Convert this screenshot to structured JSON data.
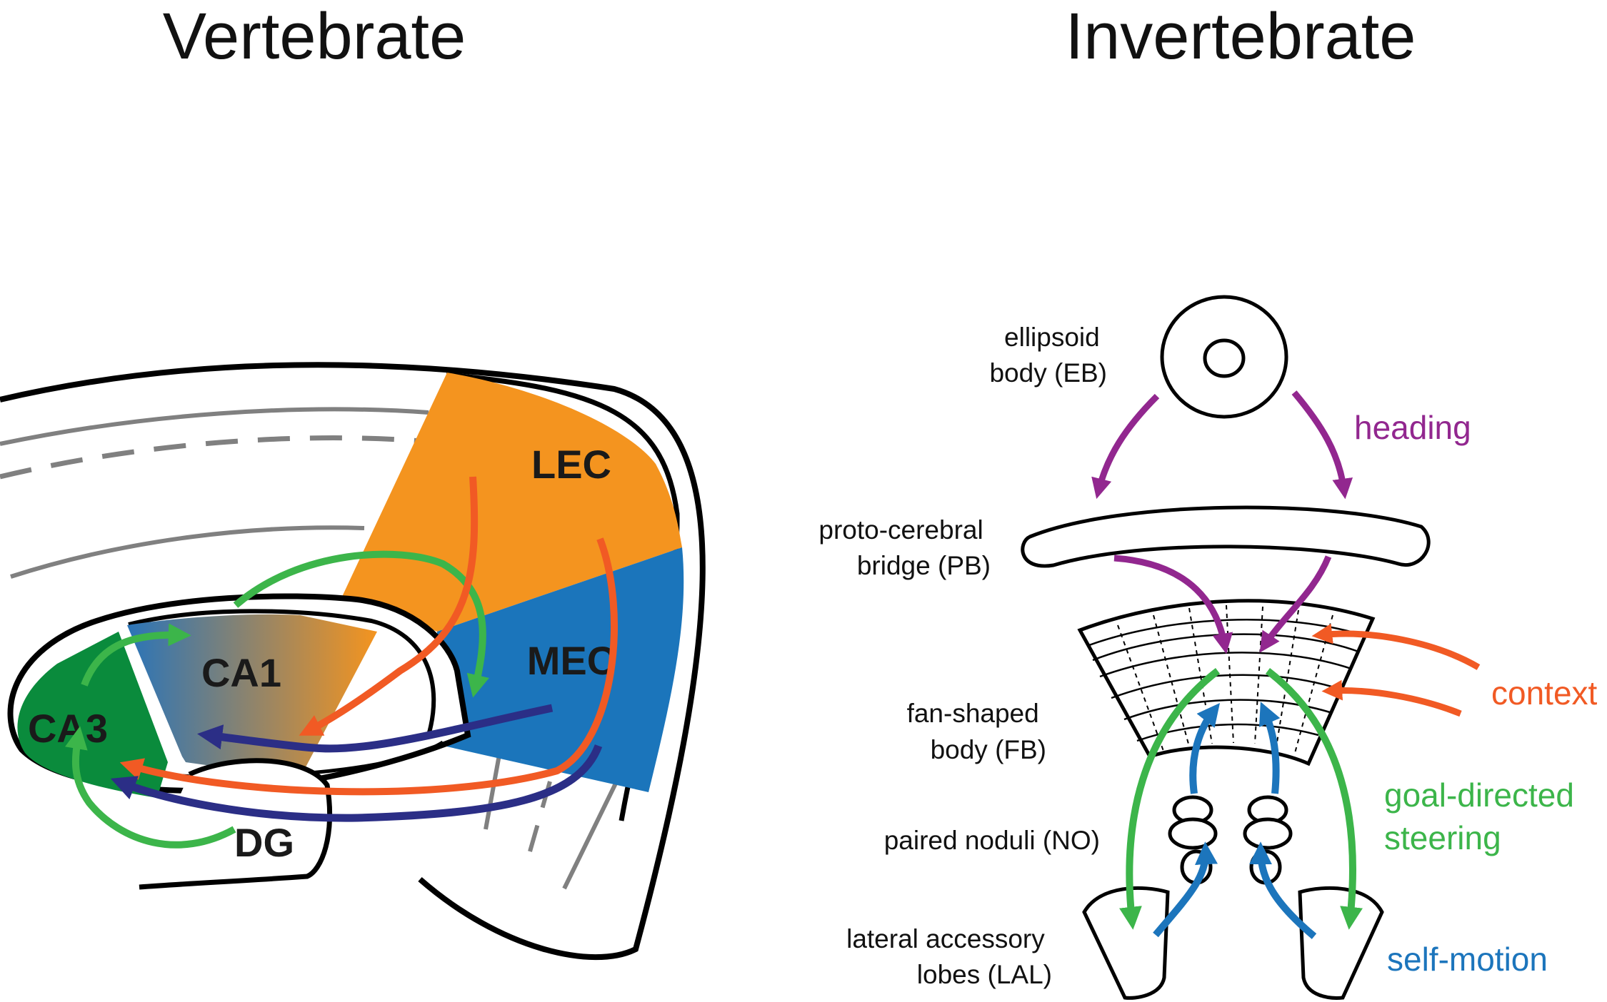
{
  "titles": {
    "left": "Vertebrate",
    "right": "Invertebrate"
  },
  "vertebrate": {
    "regions": {
      "lec": "LEC",
      "mec": "MEC",
      "ca1": "CA1",
      "ca3": "CA3",
      "dg": "DG"
    }
  },
  "invertebrate": {
    "structures": {
      "eb": [
        "ellipsoid",
        "body (EB)"
      ],
      "pb": [
        "proto-cerebral",
        "bridge (PB)"
      ],
      "fb": [
        "fan-shaped",
        "body (FB)"
      ],
      "no": "paired noduli (NO)",
      "lal": [
        "lateral accessory",
        "lobes (LAL)"
      ]
    },
    "signals": {
      "heading": "heading",
      "context": "context",
      "steering": [
        "goal-directed",
        "steering"
      ],
      "self_motion": "self-motion"
    }
  },
  "colors": {
    "lec": "#f4941f",
    "mec": "#1b75bb",
    "ca3": "#0a8b3c",
    "green_arrow": "#3cb54a",
    "orange_arrow": "#f15a24",
    "navy_arrow": "#2b2e86",
    "purple_arrow": "#92278f",
    "blue_arrow": "#1c75bc",
    "outline": "#000000",
    "gray_line": "#808080"
  }
}
